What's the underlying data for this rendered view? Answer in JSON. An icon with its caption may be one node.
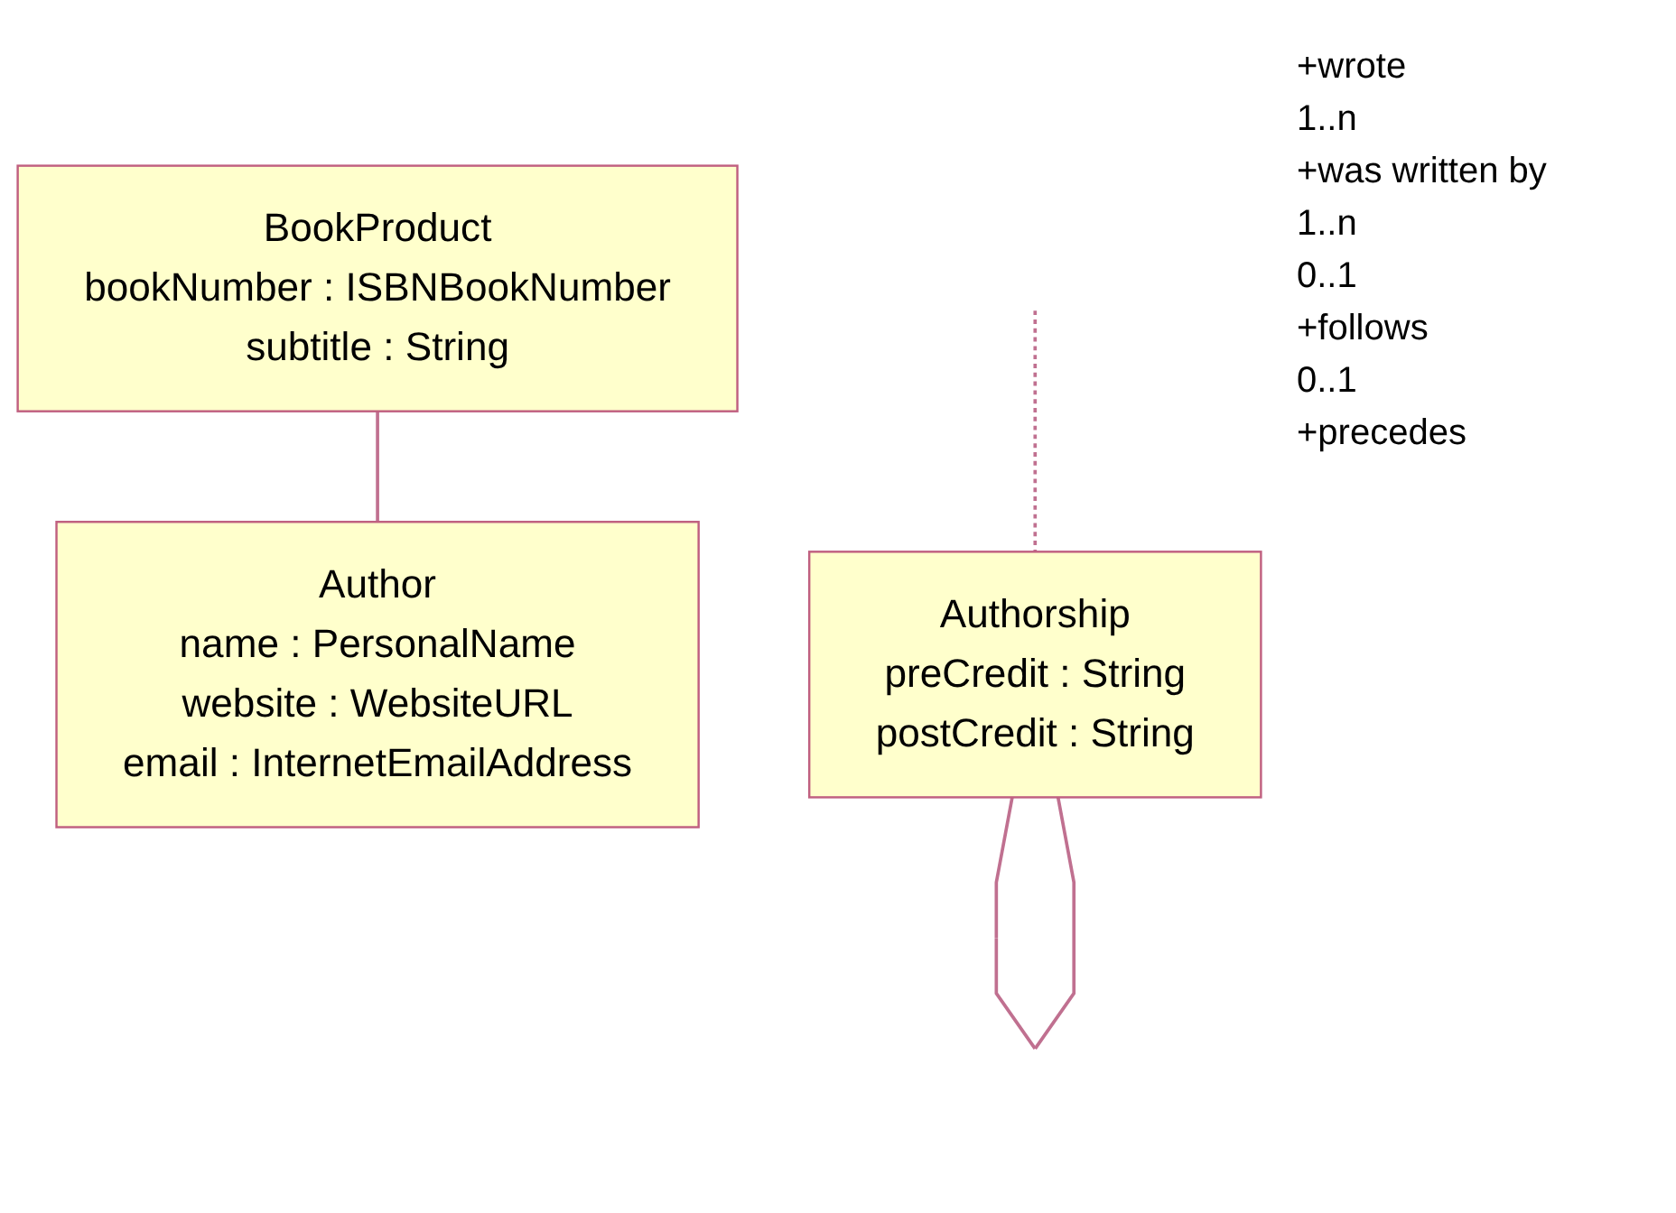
{
  "diagram": {
    "nodes": [
      {
        "text": [
          "BookProduct",
          "bookNumber : ISBNBookNumber",
          "subtitle : String"
        ]
      },
      {
        "text": [
          "Author",
          "name : PersonalName",
          "website : WebsiteURL",
          "email : InternetEmailAddress"
        ]
      },
      {
        "text": [
          "Authorship",
          "preCredit : String",
          "postCredit : String"
        ]
      }
    ],
    "edges": [
      {
        "from": 0,
        "to": 1,
        "arrow": "none"
      },
      {
        "from": null,
        "to": 2,
        "arrow": "none",
        "style": "dashed"
      },
      {
        "from": 2,
        "to": 2,
        "arrow": "none"
      }
    ],
    "labels": [
      "+wrote",
      "1..n",
      "+was written by",
      "1..n",
      "0..1",
      "+follows",
      "0..1",
      "+precedes"
    ]
  }
}
